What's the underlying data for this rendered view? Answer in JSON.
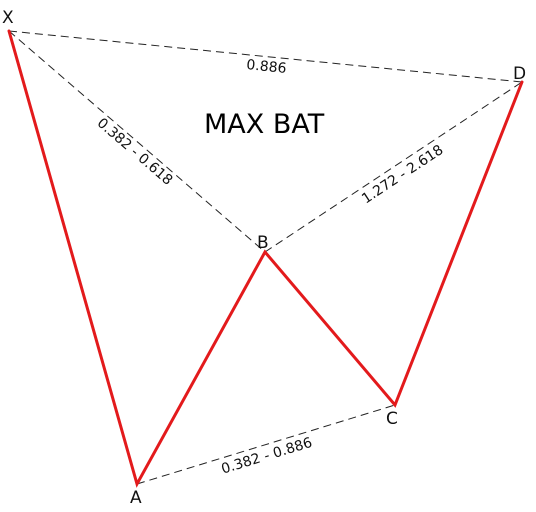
{
  "title": "MAX BAT",
  "colors": {
    "legs": "#e31a1c",
    "ratio_lines": "#222222",
    "text": "#111111",
    "background": "#ffffff"
  },
  "points": {
    "X": "X",
    "A": "A",
    "B": "B",
    "C": "C",
    "D": "D"
  },
  "ratios": {
    "XB": "0.382 - 0.618",
    "XD": "0.886",
    "AC": "0.382 - 0.886",
    "BD": "1.272 - 2.618"
  }
}
